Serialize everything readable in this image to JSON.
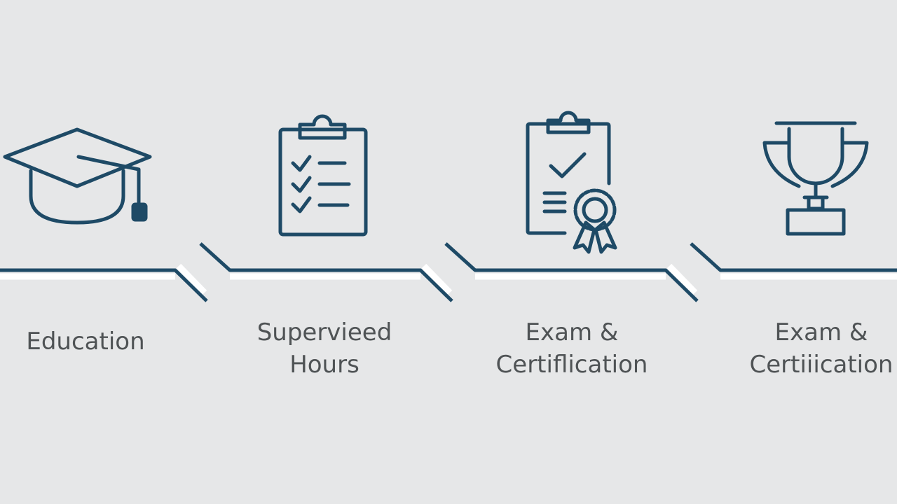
{
  "colors": {
    "background": "#e6e7e8",
    "stroke": "#1e4a66",
    "text": "#4f5355"
  },
  "steps": [
    {
      "icon": "graduation-cap-icon",
      "lines": [
        "Education"
      ]
    },
    {
      "icon": "checklist-clipboard-icon",
      "lines": [
        "Supervieed",
        "Hours"
      ]
    },
    {
      "icon": "certificate-clipboard-icon",
      "lines": [
        "Exam &",
        "Certiflication"
      ]
    },
    {
      "icon": "trophy-icon",
      "lines": [
        "Exam &",
        "Certiiication"
      ]
    }
  ]
}
